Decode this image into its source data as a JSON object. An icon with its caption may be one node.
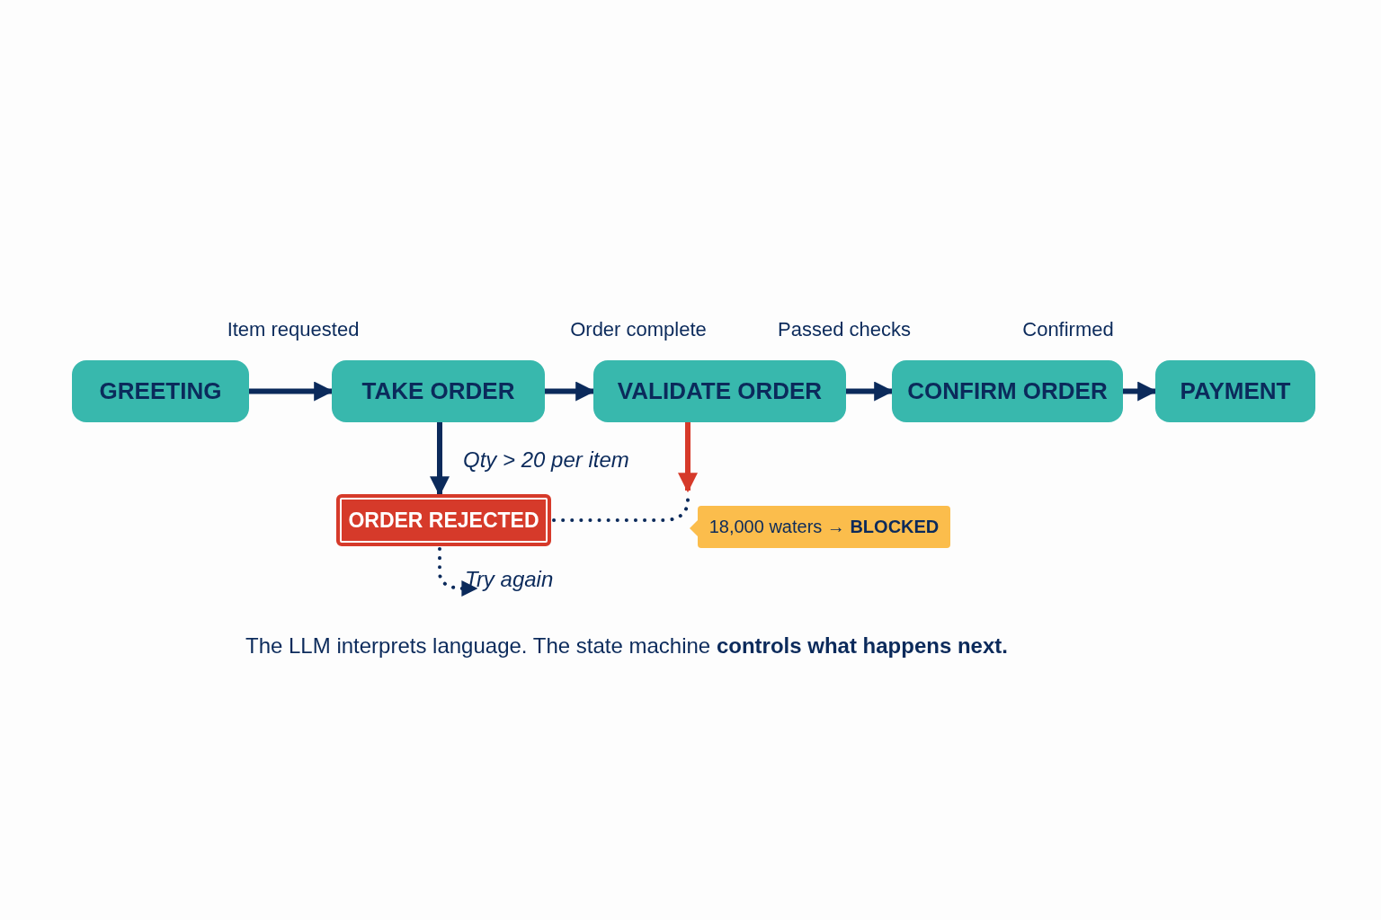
{
  "diagram": {
    "caption": "The LLM interprets language. The state machine **controls what happens next.**",
    "nodes": [
      {
        "text": [
          "GREETING"
        ]
      },
      {
        "text": [
          "TAKE ORDER"
        ]
      },
      {
        "text": [
          "VALIDATE ORDER"
        ]
      },
      {
        "text": [
          "CONFIRM ORDER"
        ]
      },
      {
        "text": [
          "PAYMENT"
        ]
      },
      {
        "text": [
          "ORDER REJECTED"
        ]
      },
      {
        "text": [
          "18,000 waters → **BLOCKED**"
        ]
      },
      {
        "text": [
          "Try again"
        ]
      }
    ],
    "edges": [
      {
        "from": 0,
        "to": 1,
        "arrow": "to",
        "label": "Item requested"
      },
      {
        "from": 1,
        "to": 2,
        "arrow": "to",
        "label": "Order complete"
      },
      {
        "from": 2,
        "to": 3,
        "arrow": "to",
        "label": "Passed checks"
      },
      {
        "from": 3,
        "to": 4,
        "arrow": "to",
        "label": "Confirmed"
      },
      {
        "from": 1,
        "to": 5,
        "arrow": "to",
        "label": "Qty > 20 per item"
      },
      {
        "from": 2,
        "to": 6,
        "arrow": "to",
        "color": "#d63a2a"
      },
      {
        "from": 5,
        "to": 6,
        "arrow": "none",
        "style": "dashed"
      },
      {
        "from": 5,
        "to": 7,
        "arrow": "to",
        "style": "dashed"
      }
    ]
  }
}
